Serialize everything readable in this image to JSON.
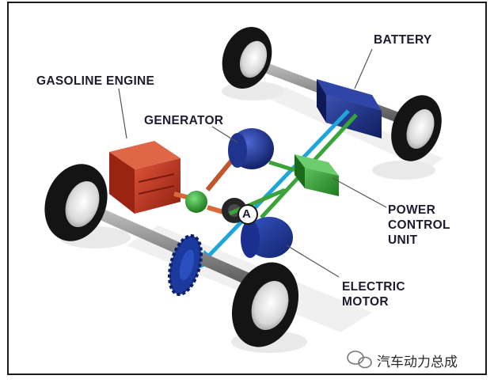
{
  "labels": {
    "battery": "BATTERY",
    "gasoline_engine": "GASOLINE ENGINE",
    "generator": "GENERATOR",
    "power_control_unit": [
      "POWER",
      "CONTROL",
      "UNIT"
    ],
    "electric_motor": [
      "ELECTRIC",
      "MOTOR"
    ],
    "power_split_marker": "A"
  },
  "watermark": "汽车动力总成",
  "colors": {
    "engine": "#c8361f",
    "generator": "#1a2e8c",
    "power_split": "#2fa12f",
    "power_control_unit": "#3aa33a",
    "battery": "#1b2f86",
    "motor": "#1e3a9e",
    "energy_flow": "#1fa6d8",
    "axle": "#7a7a7a",
    "tire": "#141414"
  }
}
